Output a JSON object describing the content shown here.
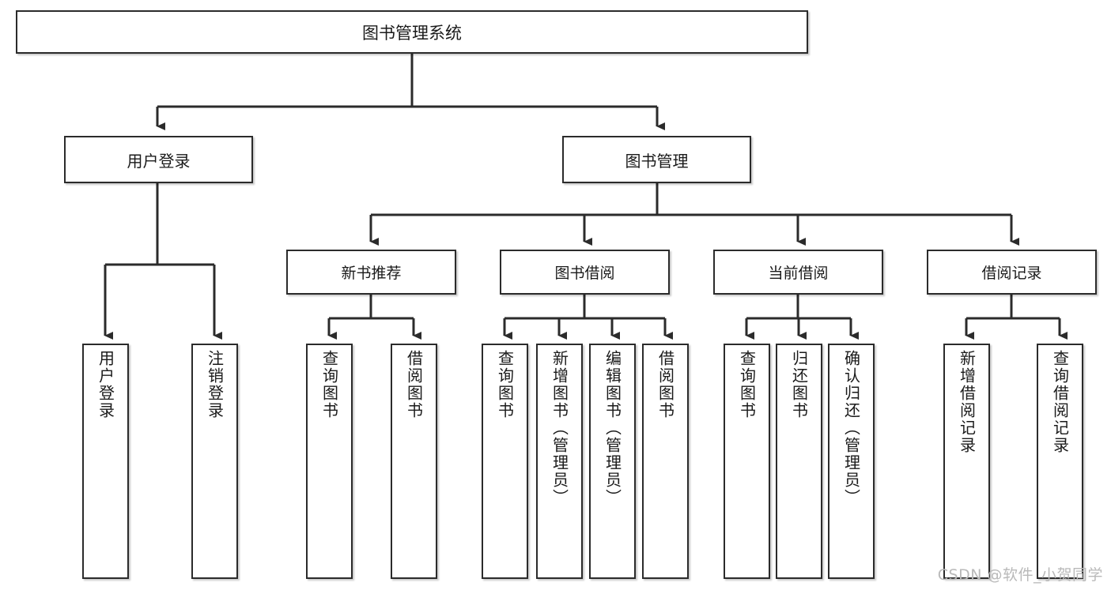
{
  "diagram": {
    "title": "图书管理系统",
    "type": "tree-hierarchy",
    "watermark": "CSDN @软件_小贺同学",
    "colors": {
      "box_border": "#2b2b2b",
      "box_fill": "#ffffff",
      "edge": "#3a3a3a",
      "text": "#1a1a1a",
      "watermark": "#b9b9b9",
      "background": "#ffffff"
    },
    "root": {
      "label": "图书管理系统"
    },
    "level1": [
      {
        "label": "用户登录"
      },
      {
        "label": "图书管理"
      }
    ],
    "level2": [
      {
        "label": "新书推荐"
      },
      {
        "label": "图书借阅"
      },
      {
        "label": "当前借阅"
      },
      {
        "label": "借阅记录"
      }
    ],
    "leaves": {
      "user_login": [
        {
          "label": "用户登录"
        },
        {
          "label": "注销登录"
        }
      ],
      "new_book": [
        {
          "label": "查询图书"
        },
        {
          "label": "借阅图书"
        }
      ],
      "book_borrow": [
        {
          "label": "查询图书"
        },
        {
          "label": "新增图书（管理员）"
        },
        {
          "label": "编辑图书（管理员）"
        },
        {
          "label": "借阅图书"
        }
      ],
      "current_borrow": [
        {
          "label": "查询图书"
        },
        {
          "label": "归还图书"
        },
        {
          "label": "确认归还（管理员）"
        }
      ],
      "borrow_record": [
        {
          "label": "新增借阅记录"
        },
        {
          "label": "查询借阅记录"
        }
      ]
    }
  }
}
